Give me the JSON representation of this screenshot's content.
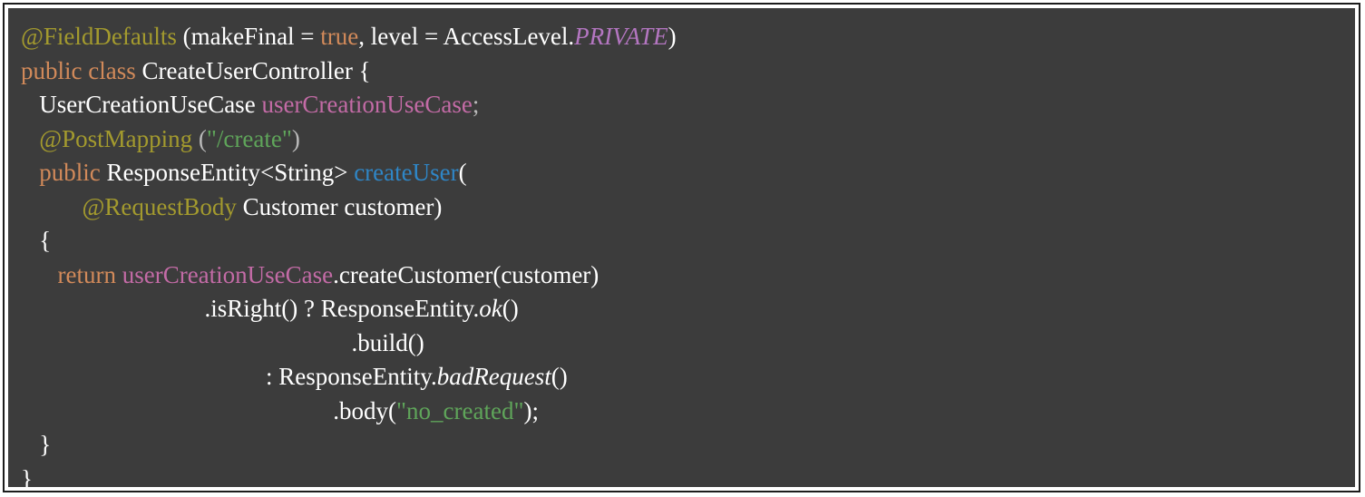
{
  "code_lines": [
    [
      {
        "cls": "annotation",
        "text": "@FieldDefaults"
      },
      {
        "cls": "plain",
        "text": " (makeFinal = "
      },
      {
        "cls": "keyword",
        "text": "true"
      },
      {
        "cls": "plain",
        "text": ", level = AccessLevel."
      },
      {
        "cls": "const-field",
        "text": "PRIVATE"
      },
      {
        "cls": "plain",
        "text": ")"
      }
    ],
    [
      {
        "cls": "keyword",
        "text": "public class"
      },
      {
        "cls": "plain",
        "text": " CreateUserController {"
      }
    ],
    [
      {
        "cls": "plain",
        "text": "   UserCreationUseCase "
      },
      {
        "cls": "field",
        "text": "userCreationUseCase"
      },
      {
        "cls": "punct-dim",
        "text": ";"
      }
    ],
    [
      {
        "cls": "annotation",
        "text": "   @PostMapping"
      },
      {
        "cls": "punct-dim",
        "text": " ("
      },
      {
        "cls": "string",
        "text": "\"/create\""
      },
      {
        "cls": "punct-dim",
        "text": ")"
      }
    ],
    [
      {
        "cls": "keyword",
        "text": "   public"
      },
      {
        "cls": "plain",
        "text": " ResponseEntity<String> "
      },
      {
        "cls": "method-decl",
        "text": "createUser"
      },
      {
        "cls": "plain",
        "text": "("
      }
    ],
    [
      {
        "cls": "annotation",
        "text": "          @RequestBody"
      },
      {
        "cls": "plain",
        "text": " Customer customer)"
      }
    ],
    [
      {
        "cls": "plain",
        "text": "   {"
      }
    ],
    [
      {
        "cls": "keyword",
        "text": "      return"
      },
      {
        "cls": "plain",
        "text": " "
      },
      {
        "cls": "field",
        "text": "userCreationUseCase"
      },
      {
        "cls": "plain",
        "text": ".createCustomer(customer)"
      }
    ],
    [
      {
        "cls": "plain",
        "text": "                              .isRight() ? ResponseEntity."
      },
      {
        "cls": "italic",
        "text": "ok"
      },
      {
        "cls": "plain",
        "text": "()"
      }
    ],
    [
      {
        "cls": "plain",
        "text": "                                                      .build()"
      }
    ],
    [
      {
        "cls": "plain",
        "text": "                                        : ResponseEntity."
      },
      {
        "cls": "italic",
        "text": "badRequest"
      },
      {
        "cls": "plain",
        "text": "()"
      }
    ],
    [
      {
        "cls": "plain",
        "text": "                                                   .body("
      },
      {
        "cls": "string",
        "text": "\"no_created\""
      },
      {
        "cls": "plain",
        "text": ");"
      }
    ],
    [
      {
        "cls": "plain",
        "text": "   }"
      }
    ],
    [
      {
        "cls": "plain",
        "text": "}"
      }
    ]
  ]
}
